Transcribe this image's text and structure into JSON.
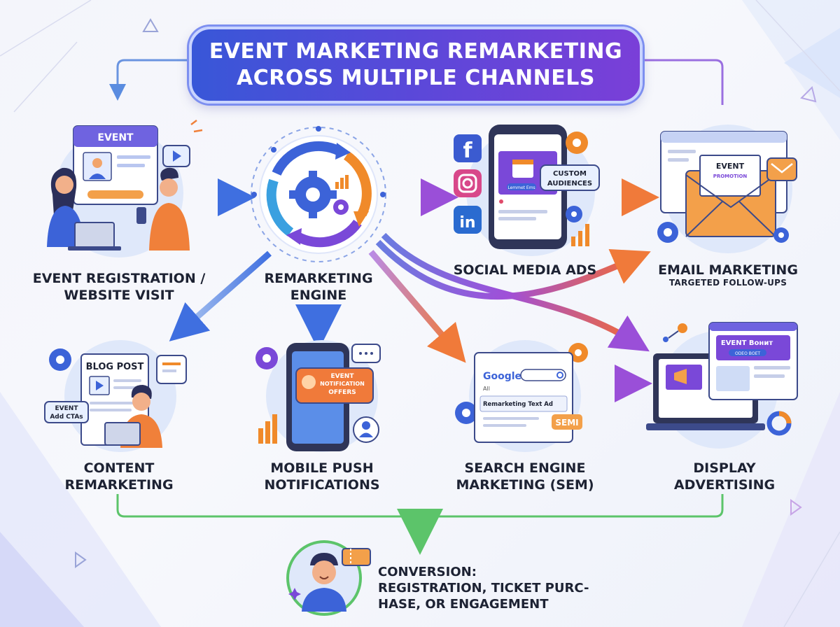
{
  "title": {
    "line1": "EVENT MARKETING REMARKETING",
    "line2": "ACROSS MULTIPLE CHANNELS"
  },
  "nodes": {
    "registration": {
      "line1": "EVENT REGISTRATION /",
      "line2": "WEBSITE VISIT",
      "screen_label": "EVENT"
    },
    "engine": {
      "line1": "REMARKETING",
      "line2": "ENGINE"
    },
    "social": {
      "line1": "SOCIAL MEDIA ADS",
      "bubble_line1": "CUSTOM",
      "bubble_line2": "AUDIENCES",
      "button": "Lemmet Ems"
    },
    "email": {
      "line1": "EMAIL MARKETING",
      "sub": "TARGETED FOLLOW-UPS",
      "card_line1": "EVENT",
      "card_line2": "PROMOTION"
    },
    "content": {
      "line1": "CONTENT",
      "line2": "REMARKETING",
      "card_title": "BLOG POST",
      "cta_line1": "EVENT",
      "cta_line2": "Add CTAs"
    },
    "push": {
      "line1": "MOBILE PUSH",
      "line2": "NOTIFICATIONS",
      "notif_line1": "EVENT",
      "notif_line2": "NOTIFICATION",
      "notif_line3": "OFFERS"
    },
    "sem": {
      "line1": "SEARCH ENGINE",
      "line2": "MARKETING (SEM)",
      "search_logo": "Google",
      "tab": "All",
      "ad_text": "Remarketing Text Ad",
      "badge": "SEMI"
    },
    "display": {
      "line1": "DISPLAY",
      "line2": "ADVERTISING",
      "banner_line1": "EVENT Boнит",
      "banner_line2": "ODEO ВОЕТ"
    }
  },
  "conversion": {
    "line1": "CONVERSION:",
    "line2": "REGISTRATION, TICKET PURC-",
    "line3": "HASE, OR ENGAGEMENT"
  },
  "colors": {
    "title_start": "#3857d8",
    "title_end": "#7a3fd8",
    "arrow_blue": "#3f6fe0",
    "arrow_purple": "#9a4fd8",
    "arrow_orange": "#f07a3a",
    "flow_line": "#5a8ce0",
    "conversion_line": "#5cc46a",
    "icon_circle": "#dfe8fa",
    "gear_blue": "#3c63d8",
    "gear_orange": "#f08a2a",
    "gear_purple": "#7a48d8"
  },
  "icons": [
    "gear-icon",
    "facebook-icon",
    "instagram-icon",
    "linkedin-icon",
    "email-envelope-icon",
    "megaphone-icon",
    "bell-icon",
    "play-icon",
    "ticket-icon",
    "bar-chart-icon",
    "laptop-icon",
    "smartphone-icon",
    "user-avatar-icon"
  ]
}
